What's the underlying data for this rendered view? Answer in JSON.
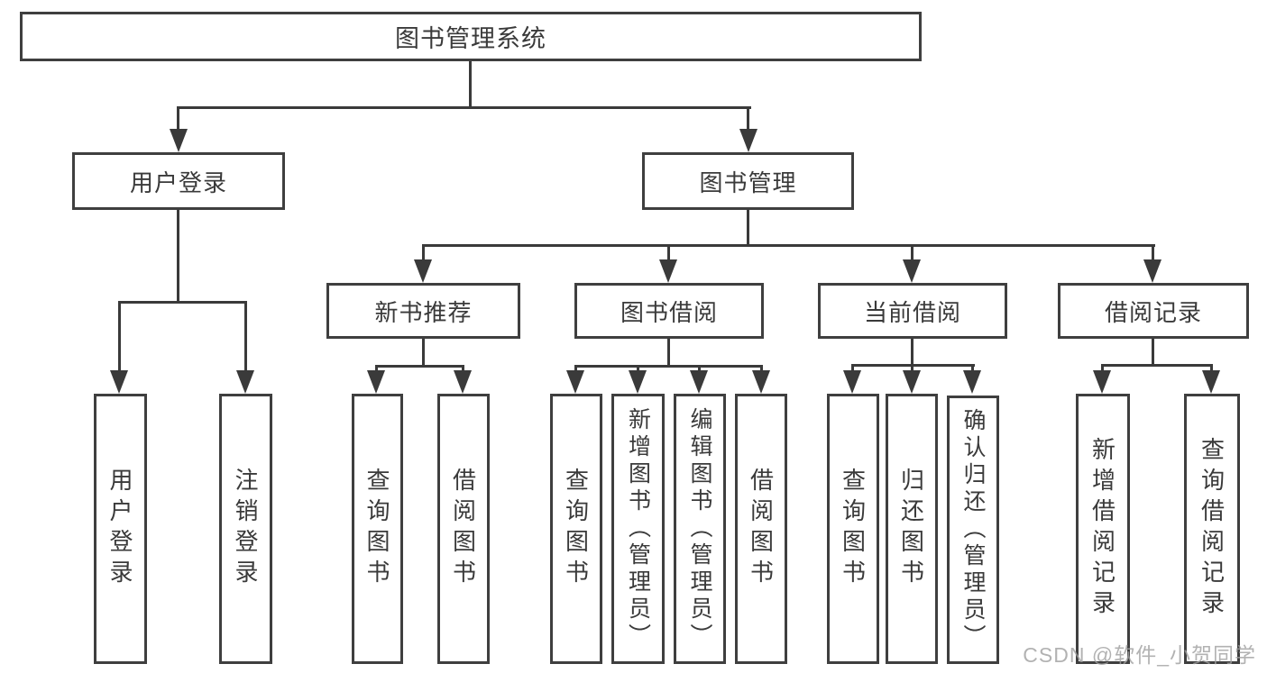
{
  "diagram": {
    "root": {
      "label": "图书管理系统"
    },
    "level2": [
      {
        "label": "用户登录"
      },
      {
        "label": "图书管理"
      }
    ],
    "level3": [
      {
        "label": "新书推荐"
      },
      {
        "label": "图书借阅"
      },
      {
        "label": "当前借阅"
      },
      {
        "label": "借阅记录"
      }
    ],
    "leaves": {
      "user_login": [
        {
          "label": "用户登录"
        },
        {
          "label": "注销登录"
        }
      ],
      "new_book_recommend": [
        {
          "label": "查询图书"
        },
        {
          "label": "借阅图书"
        }
      ],
      "book_borrow": [
        {
          "label": "查询图书"
        },
        {
          "label": "新增图书（管理员）"
        },
        {
          "label": "编辑图书（管理员）"
        },
        {
          "label": "借阅图书"
        }
      ],
      "current_borrow": [
        {
          "label": "查询图书"
        },
        {
          "label": "归还图书"
        },
        {
          "label": "确认归还（管理员）"
        }
      ],
      "borrow_records": [
        {
          "label": "新增借阅记录"
        },
        {
          "label": "查询借阅记录"
        }
      ]
    },
    "watermark": "CSDN @软件_小贺同学",
    "colors": {
      "border": "#3f3f3f",
      "text": "#3a3a3a",
      "background": "#ffffff",
      "watermark": "#a0a0a0"
    }
  }
}
